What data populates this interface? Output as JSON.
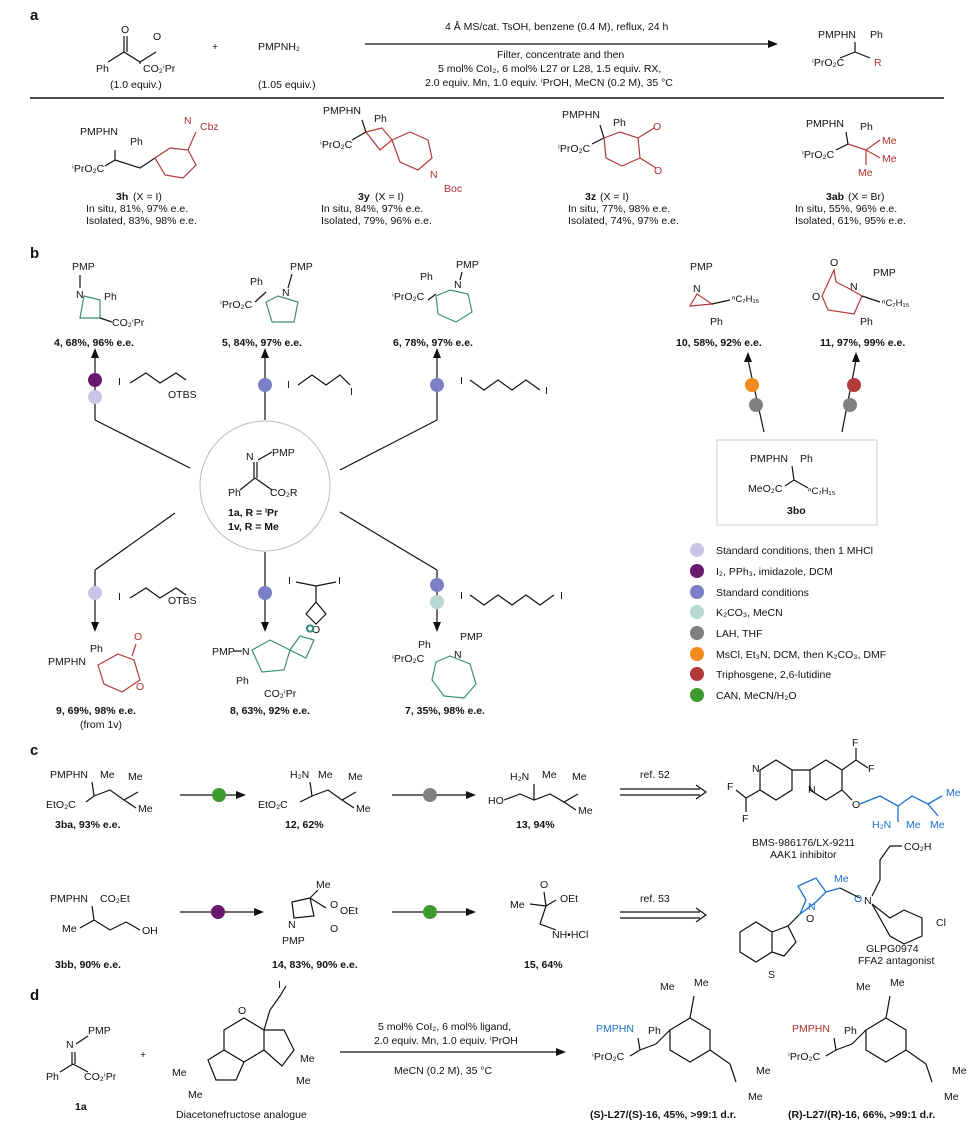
{
  "panels": {
    "a": "a",
    "b": "b",
    "c": "c",
    "d": "d"
  },
  "a": {
    "reactant1_sub": "Ph",
    "reactant1_ester": "CO₂ⁱPr",
    "reactant1_equiv": "(1.0 equiv.)",
    "plus": "+",
    "reactant2": "PMPNH₂",
    "reactant2_equiv": "(1.05 equiv.)",
    "cond1": "4 Å MS/cat. TsOH, benzene (0.4 M), reflux, 24 h",
    "cond2": "Filter, concentrate and then",
    "cond3": "5 mol% CoI₂, 6 mol% L27 or L28, 1.5 equiv. RX,",
    "cond4": "2.0 equiv. Mn, 1.0 equiv. ⁱPrOH, MeCN (0.2 M), 35 °C",
    "product": {
      "amine": "PMPHN",
      "ph": "Ph",
      "ester": "ⁱPrO₂C",
      "r": "R"
    },
    "examples": [
      {
        "id": "3h",
        "x": "(X = I)",
        "insitu": "In situ, 81%, 97% e.e.",
        "isolated": "Isolated, 83%, 98% e.e.",
        "extra": "Cbz"
      },
      {
        "id": "3y",
        "x": "(X = I)",
        "insitu": "In situ, 84%, 97% e.e.",
        "isolated": "Isolated, 79%, 96% e.e.",
        "extra": "Boc"
      },
      {
        "id": "3z",
        "x": "(X = I)",
        "insitu": "In situ, 77%, 98% e.e.",
        "isolated": "Isolated, 74%, 97% e.e.",
        "extra": "O"
      },
      {
        "id": "3ab",
        "x": "(X = Br)",
        "insitu": "In situ, 55%, 96% e.e.",
        "isolated": "Isolated, 61%, 95% e.e.",
        "extra": "Me"
      }
    ]
  },
  "b": {
    "center": {
      "pmp": "PMP",
      "n": "N",
      "ph": "Ph",
      "ester": "CO₂R",
      "l1": "1a, R = ⁱPr",
      "l2": "1v, R = Me"
    },
    "products": [
      {
        "id": "4",
        "label": "4, 68%, 96% e.e."
      },
      {
        "id": "5",
        "label": "5, 84%, 97% e.e."
      },
      {
        "id": "6",
        "label": "6, 78%, 97% e.e."
      },
      {
        "id": "10",
        "label": "10, 58%, 92% e.e."
      },
      {
        "id": "11",
        "label": "11, 97%, 99% e.e."
      },
      {
        "id": "9",
        "label": "9, 69%, 98% e.e.",
        "sub": "(from 1v)"
      },
      {
        "id": "8",
        "label": "8, 63%, 92% e.e."
      },
      {
        "id": "7",
        "label": "7, 35%, 98% e.e."
      }
    ],
    "reagents": {
      "otbs": "OTBS",
      "i": "I",
      "o": "O"
    },
    "box": {
      "amine": "PMPHN",
      "ph": "Ph",
      "ester": "MeO₂C",
      "chain": "ⁿC₇H₁₅",
      "id": "3bo"
    },
    "legend": [
      {
        "color": "#c9c5e8",
        "text": "Standard conditions, then 1 MHCl"
      },
      {
        "color": "#6a1a6e",
        "text": "I₂, PPh₃, imidazole, DCM"
      },
      {
        "color": "#7b7fc4",
        "text": "Standard conditions"
      },
      {
        "color": "#b9d8d2",
        "text": "K₂CO₃, MeCN"
      },
      {
        "color": "#808080",
        "text": "LAH, THF"
      },
      {
        "color": "#f08a1c",
        "text": "MsCl, Et₃N, DCM, then K₂CO₃, DMF"
      },
      {
        "color": "#b23a3a",
        "text": "Triphosgene, 2,6-lutidine"
      },
      {
        "color": "#3e9a2e",
        "text": "CAN, MeCN/H₂O"
      }
    ]
  },
  "c": {
    "row1": [
      {
        "id": "3ba",
        "label": "3ba, 93% e.e."
      },
      {
        "id": "12",
        "label": "12, 62%"
      },
      {
        "id": "13",
        "label": "13, 94%"
      }
    ],
    "ref1": "ref. 52",
    "target1": {
      "name": "BMS-986176/LX-9211",
      "desc": "AAK1 inhibitor"
    },
    "row2": [
      {
        "id": "3bb",
        "label": "3bb, 90% e.e."
      },
      {
        "id": "14",
        "label": "14, 83%, 90% e.e."
      },
      {
        "id": "15",
        "label": "15, 64%"
      }
    ],
    "ref2": "ref. 53",
    "target2": {
      "name": "GLPG0974",
      "desc": "FFA2 antagonist"
    }
  },
  "d": {
    "reactant": "1a",
    "sugar": "Diacetonefructose analogue",
    "cond1": "5 mol% CoI₂, 6 mol% ligand,",
    "cond2": "2.0 equiv. Mn, 1.0 equiv. ⁱPrOH",
    "cond3": "MeCN (0.2 M), 35 °C",
    "prodS": "(S)-L27/(S)-16, 45%, >99:1 d.r.",
    "prodR": "(R)-L27/(R)-16, 66%, >99:1 d.r."
  }
}
